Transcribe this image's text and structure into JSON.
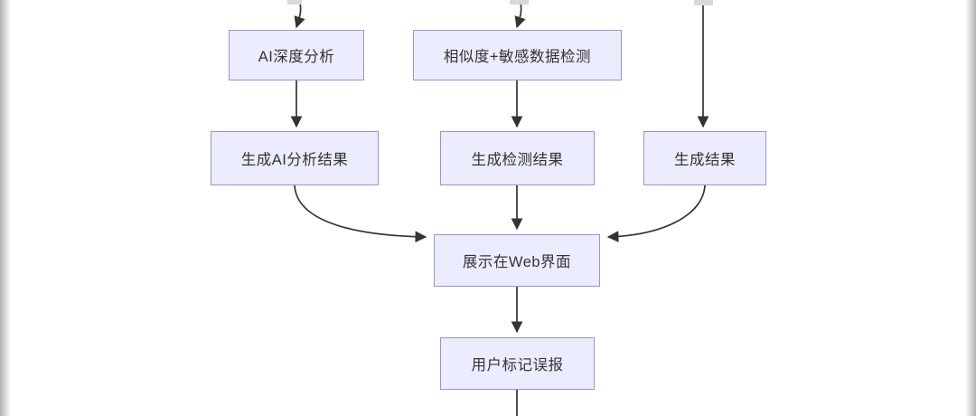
{
  "page": {
    "background": "#ffffff",
    "gutter_color": "#b3b3b3"
  },
  "diagram": {
    "type": "flowchart",
    "direction": "top-down",
    "node_fill": "#ececff",
    "node_border": "#9a93d0",
    "edge_color": "#333333",
    "text_color": "#333333",
    "nodes": {
      "ai_analysis": {
        "label": "AI深度分析"
      },
      "similarity_detection": {
        "label": "相似度+敏感数据检测"
      },
      "gen_ai_result": {
        "label": "生成AI分析结果"
      },
      "gen_detect_result": {
        "label": "生成检测结果"
      },
      "gen_result": {
        "label": "生成结果"
      },
      "web_display": {
        "label": "展示在Web界面"
      },
      "user_mark_fp": {
        "label": "用户标记误报"
      }
    },
    "edges": [
      {
        "from": "offscreen-top-1",
        "to": "ai_analysis"
      },
      {
        "from": "offscreen-top-2",
        "to": "similarity_detection"
      },
      {
        "from": "offscreen-top-3",
        "to": "gen_result"
      },
      {
        "from": "ai_analysis",
        "to": "gen_ai_result"
      },
      {
        "from": "similarity_detection",
        "to": "gen_detect_result"
      },
      {
        "from": "gen_ai_result",
        "to": "web_display"
      },
      {
        "from": "gen_detect_result",
        "to": "web_display"
      },
      {
        "from": "gen_result",
        "to": "web_display"
      },
      {
        "from": "web_display",
        "to": "user_mark_fp"
      },
      {
        "from": "user_mark_fp",
        "to": "offscreen-bottom"
      }
    ]
  }
}
